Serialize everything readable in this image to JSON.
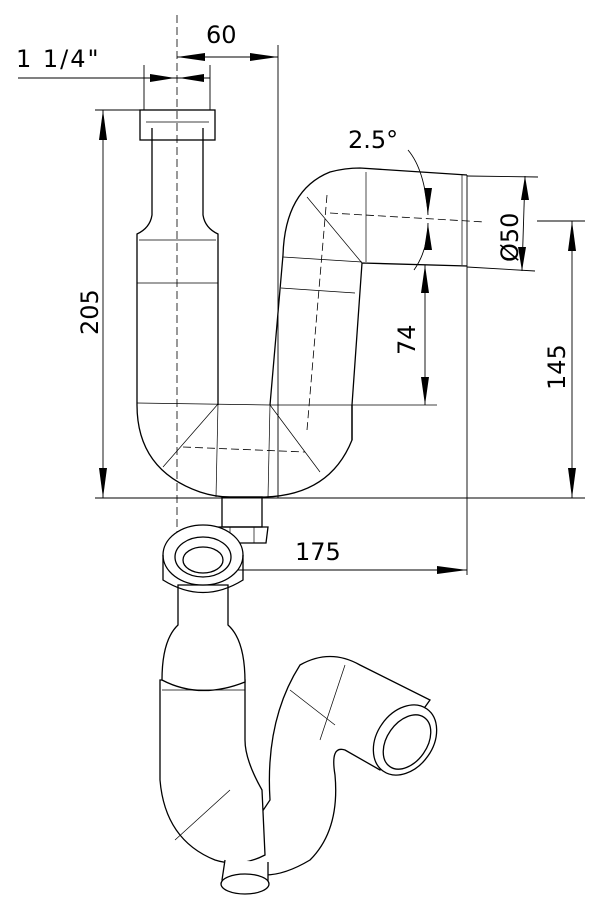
{
  "drawing": {
    "dimensions": {
      "thread": "1 1/4\"",
      "inlet_offset": "60",
      "angle": "2.5°",
      "outlet_diameter": "Ø50",
      "total_height": "205",
      "outlet_rise": "74",
      "outlet_height": "145",
      "outlet_reach": "175"
    },
    "color": "#000000"
  }
}
